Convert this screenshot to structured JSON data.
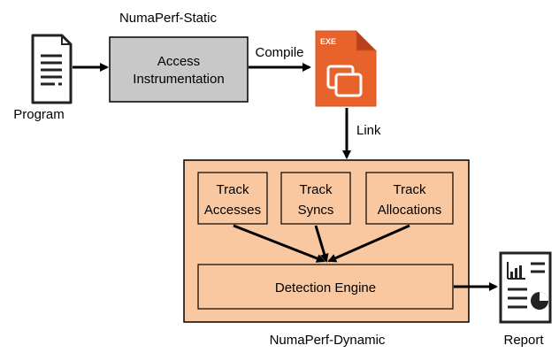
{
  "static_stage": {
    "title": "NumaPerf-Static",
    "box_line1": "Access",
    "box_line2": "Instrumentation"
  },
  "program": {
    "label": "Program",
    "icon": "document-icon"
  },
  "compile_label": "Compile",
  "executable": {
    "badge": "EXE",
    "icon": "executable-file-icon"
  },
  "link_label": "Link",
  "dynamic_stage": {
    "title": "NumaPerf-Dynamic",
    "modules": [
      {
        "line1": "Track",
        "line2": "Accesses"
      },
      {
        "line1": "Track",
        "line2": "Syncs"
      },
      {
        "line1": "Track",
        "line2": "Allocations"
      }
    ],
    "engine": "Detection Engine"
  },
  "report": {
    "label": "Report",
    "icon": "report-icon"
  },
  "colors": {
    "static_box": "#c8c8c8",
    "dynamic_fill": "#f9c8a0",
    "exe_orange": "#e8622c",
    "exe_dark": "#b8401a",
    "stroke": "#000000"
  }
}
